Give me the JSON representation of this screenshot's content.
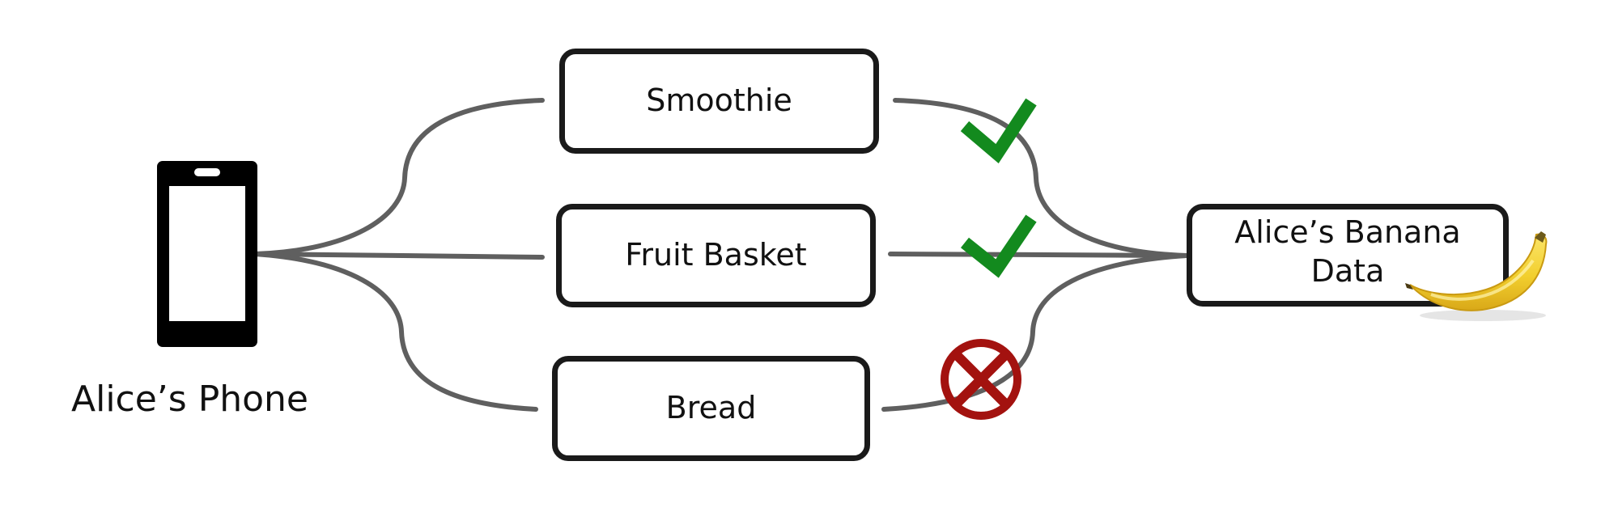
{
  "nodes": {
    "phone": {
      "label": "Alice’s Phone",
      "icon": "phone-icon"
    },
    "smoothie": {
      "label": "Smoothie"
    },
    "fruit_basket": {
      "label": "Fruit Basket"
    },
    "bread": {
      "label": "Bread"
    },
    "banana_data": {
      "label": "Alice’s Banana Data",
      "icon": "banana-icon"
    }
  },
  "edges": [
    {
      "from": "phone",
      "to": "smoothie"
    },
    {
      "from": "phone",
      "to": "fruit_basket"
    },
    {
      "from": "phone",
      "to": "bread"
    },
    {
      "from": "banana_data",
      "to": "smoothie",
      "status": "allowed",
      "status_icon": "check-icon"
    },
    {
      "from": "banana_data",
      "to": "fruit_basket",
      "status": "allowed",
      "status_icon": "check-icon"
    },
    {
      "from": "banana_data",
      "to": "bread",
      "status": "denied",
      "status_icon": "denied-icon"
    }
  ],
  "colors": {
    "edge": "#5f5f5f",
    "box_border": "#1a1a1a",
    "check": "#138a1e",
    "denied": "#a3120f",
    "banana": "#f2cf2e"
  }
}
